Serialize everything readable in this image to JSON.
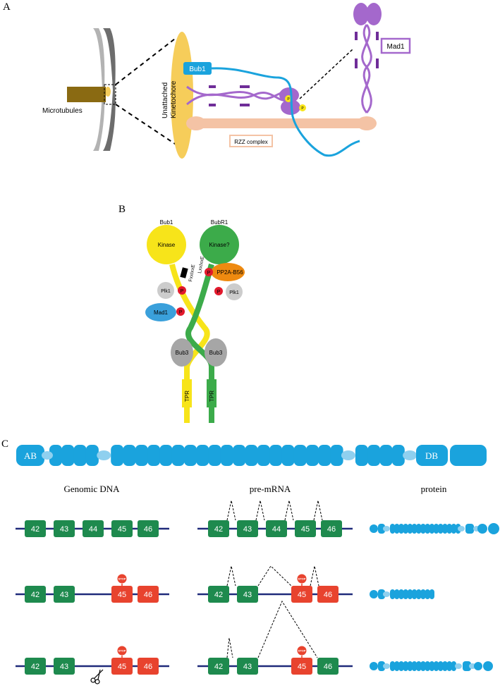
{
  "panels": {
    "a": {
      "letter": "A",
      "microtubules": "Microtubules",
      "kinetochore_line1": "Unattached",
      "kinetochore_line2": "Kinetochore",
      "bub1": "Bub1",
      "mad1": "Mad1",
      "rzz": "RZZ complex",
      "p_small": "P"
    },
    "b": {
      "letter": "B",
      "bub1_title": "Bub1",
      "bubr1_title": "BubR1",
      "kinase": "Kinase",
      "kinase_q": "Kinase?",
      "pp2a": "PP2A-B56",
      "plk1": "Plk1",
      "mad1": "Mad1",
      "bub3": "Bub3",
      "tpr": "TPR",
      "p": "P",
      "motif_left": "FxxIxxE",
      "motif_right": "LxxIxxE"
    },
    "c": {
      "letter": "C",
      "ab": "AB",
      "db": "DB",
      "col_genomic": "Genomic DNA",
      "col_premrna": "pre-mRNA",
      "col_protein": "protein",
      "stop": "STOP",
      "exons": [
        "42",
        "43",
        "44",
        "45",
        "46"
      ]
    }
  },
  "colors": {
    "exon_normal": "#1e8a4e",
    "exon_mutant": "#e8432e",
    "dna_line": "#1f2a7a",
    "dystrophin_blue": "#1aa3dd",
    "dystrophin_light": "#8fd0ef",
    "bub1_yellow": "#f7e41a",
    "bubr1_green": "#3cab4a",
    "pp2a_orange": "#ee8a10",
    "mad1_blue": "#3aa0db",
    "mad1_purple": "#a468cc",
    "rzz_peach": "#f4c3a5",
    "kinetochore_gold": "#f6cd5a"
  }
}
